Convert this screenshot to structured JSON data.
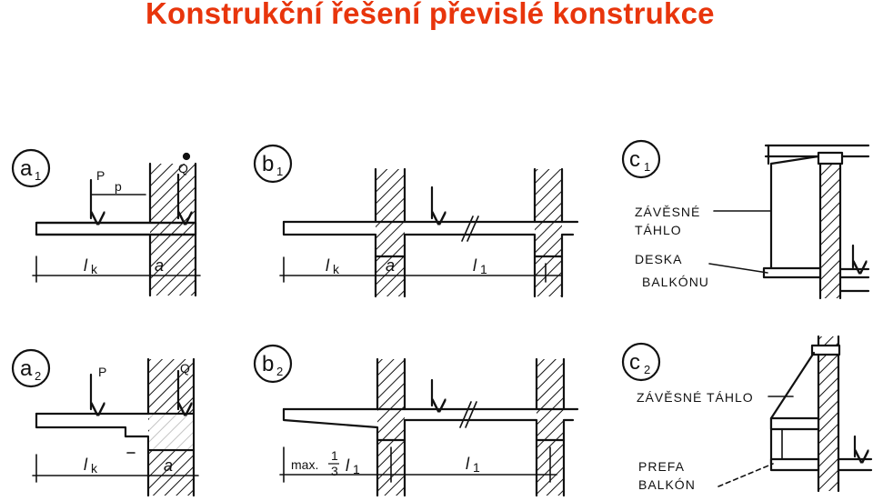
{
  "title": "Konstrukční řešení převislé konstrukce",
  "panels": {
    "a1": {
      "letter": "a",
      "index": "1",
      "p_label": "P",
      "p_small": "p",
      "q_label": "Q",
      "lk": "l",
      "lk_sub": "k",
      "a": "a"
    },
    "b1": {
      "letter": "b",
      "index": "1",
      "lk": "l",
      "lk_sub": "k",
      "a": "a",
      "l1": "l",
      "l1_sub": "1"
    },
    "c1": {
      "letter": "c",
      "index": "1",
      "label1_line1": "ZÁVĚSNÉ",
      "label1_line2": "TÁHLO",
      "label2_line1": "DESKA",
      "label2_line2": "BALKÓNU"
    },
    "a2": {
      "letter": "a",
      "index": "2",
      "p_label": "P",
      "q_label": "Q",
      "lk": "l",
      "lk_sub": "k",
      "a": "a"
    },
    "b2": {
      "letter": "b",
      "index": "2",
      "max_label": "max.",
      "frac_num": "1",
      "frac_den": "3",
      "l1": "l",
      "l1_sub": "1",
      "l1b": "l",
      "l1b_sub": "1"
    },
    "c2": {
      "letter": "c",
      "index": "2",
      "label1": "ZÁVĚSNÉ TÁHLO",
      "label2_line1": "PREFA",
      "label2_line2": "BALKÓN"
    }
  }
}
